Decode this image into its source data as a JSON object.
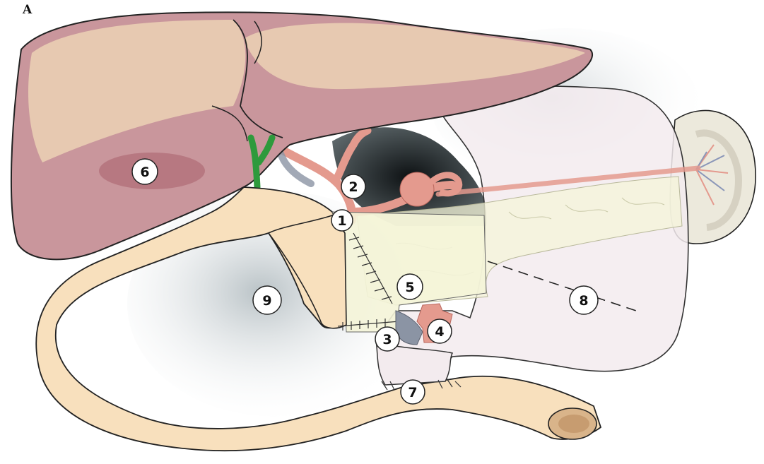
{
  "figure": {
    "panel_label": "A",
    "markers": [
      {
        "label": "1",
        "structure": "hepatic-artery"
      },
      {
        "label": "2",
        "structure": "splenic-artery"
      },
      {
        "label": "3",
        "structure": "portal-vein"
      },
      {
        "label": "4",
        "structure": "mesenteric-vessel"
      },
      {
        "label": "5",
        "structure": "pancreas-stump"
      },
      {
        "label": "6",
        "structure": "liver"
      },
      {
        "label": "7",
        "structure": "jejunal-anastomosis"
      },
      {
        "label": "8",
        "structure": "stomach"
      },
      {
        "label": "9",
        "structure": "jejunal-loop"
      }
    ]
  },
  "colors": {
    "liver_light": "#e9cbb2",
    "liver_dark": "#c9969c",
    "liver_lesion": "#b06e78",
    "bowel": "#f8e0bd",
    "stomach": "#f3ebee",
    "pancreas": "#f4f4d8",
    "artery": "#e49a8e",
    "bile_duct": "#2e9a3c",
    "spleen": "#ece9dc",
    "outline": "#222222"
  }
}
